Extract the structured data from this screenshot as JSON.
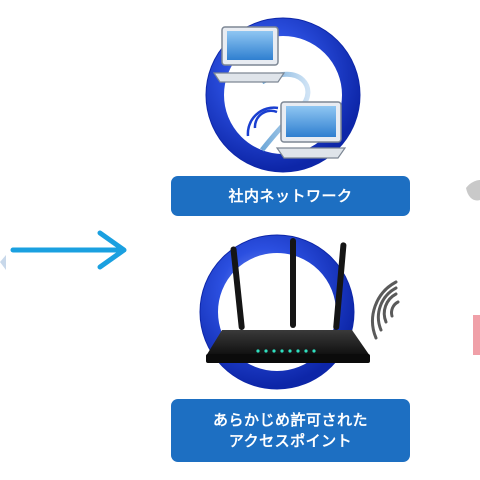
{
  "diagram": {
    "labels": {
      "network": "社内ネットワーク",
      "access_point_line1": "あらかじめ許可された",
      "access_point_line2": "アクセスポイント"
    },
    "icons": [
      "arrow-right-icon",
      "networked-computers-icon",
      "wifi-router-icon",
      "wireless-signal-icon"
    ],
    "colors": {
      "arrow": "#1aa0e0",
      "label_background": "#1d6fc2",
      "ring": "#1a3fd0",
      "label_text": "#ffffff"
    }
  }
}
